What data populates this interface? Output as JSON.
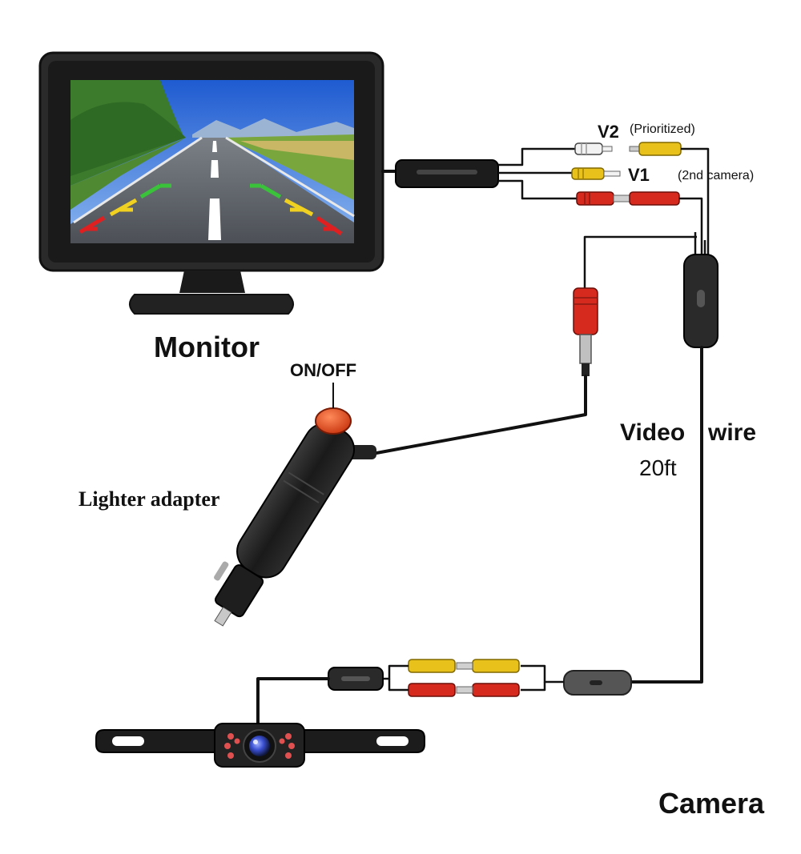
{
  "labels": {
    "monitor": "Monitor",
    "on_off": "ON/OFF",
    "lighter_adapter": "Lighter adapter",
    "v2": "V2",
    "prioritized": "(Prioritized)",
    "v1": "V1",
    "second_camera": "(2nd camera)",
    "video_word": "Video",
    "wire_word": "wire",
    "video_length": "20ft",
    "camera": "Camera"
  },
  "components": {
    "monitor_screen": "road-scene-with-parking-guidelines",
    "icons": [
      "monitor-icon",
      "lighter-adapter-icon",
      "camera-icon",
      "rca-connector-icon",
      "inline-switch-icon"
    ]
  },
  "colors": {
    "plug_yellow": "#e8c21a",
    "plug_red": "#d62a1e",
    "plug_white": "#f2f2f2",
    "on_button": "#e8471c",
    "camera_lens": "#3a4fd0",
    "ir_led": "#e05050",
    "wire": "#111111"
  }
}
